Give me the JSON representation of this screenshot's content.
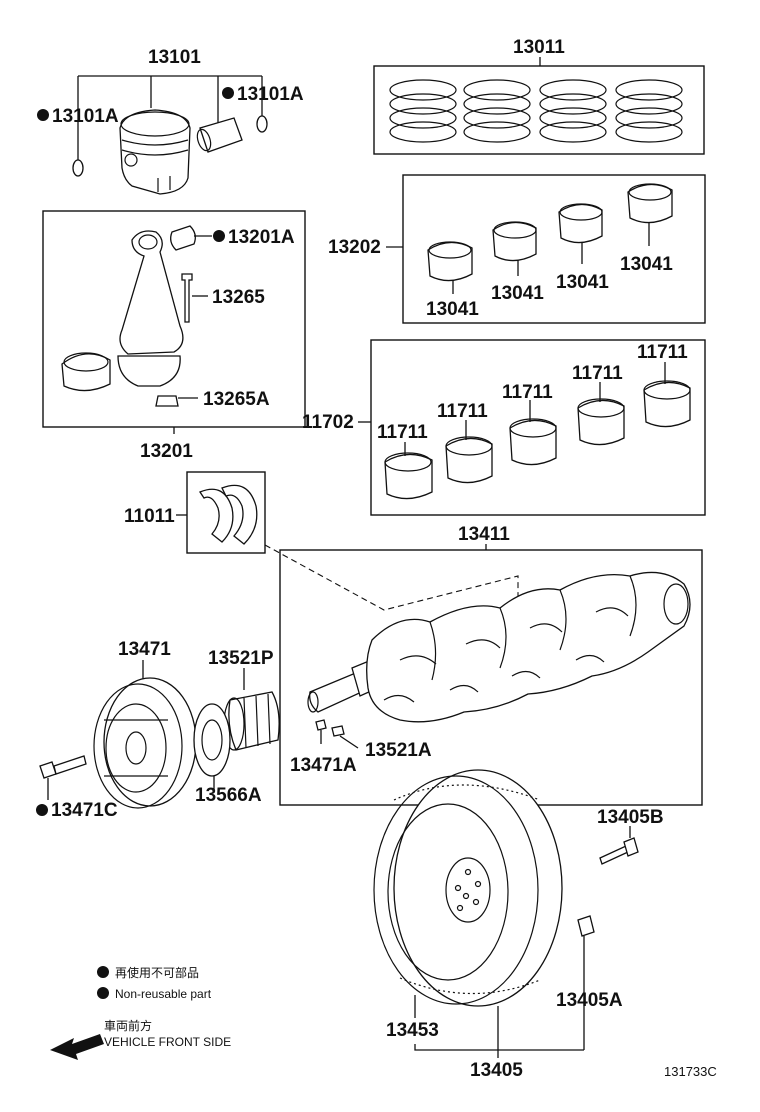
{
  "labels": {
    "p13101": "13101",
    "p13101A_left": "13101A",
    "p13101A_right": "13101A",
    "p13011": "13011",
    "p13201A": "13201A",
    "p13265": "13265",
    "p13265A": "13265A",
    "p13201": "13201",
    "p13202": "13202",
    "p13041_a": "13041",
    "p13041_b": "13041",
    "p13041_c": "13041",
    "p13041_d": "13041",
    "p11702": "11702",
    "p11711_a": "11711",
    "p11711_b": "11711",
    "p11711_c": "11711",
    "p11711_d": "11711",
    "p11711_e": "11711",
    "p11011": "11011",
    "p13411": "13411",
    "p13471": "13471",
    "p13521P": "13521P",
    "p13471A": "13471A",
    "p13521A": "13521A",
    "p13566A": "13566A",
    "p13471C": "13471C",
    "p13405B": "13405B",
    "p13405A": "13405A",
    "p13453": "13453",
    "p13405": "13405"
  },
  "legend": {
    "line_jp": "再使用不可部品",
    "line_en": "Non-reusable part",
    "marker": "●"
  },
  "direction": {
    "line_jp": "車両前方",
    "line_en": "VEHICLE FRONT SIDE"
  },
  "diagram_ref": "131733C"
}
